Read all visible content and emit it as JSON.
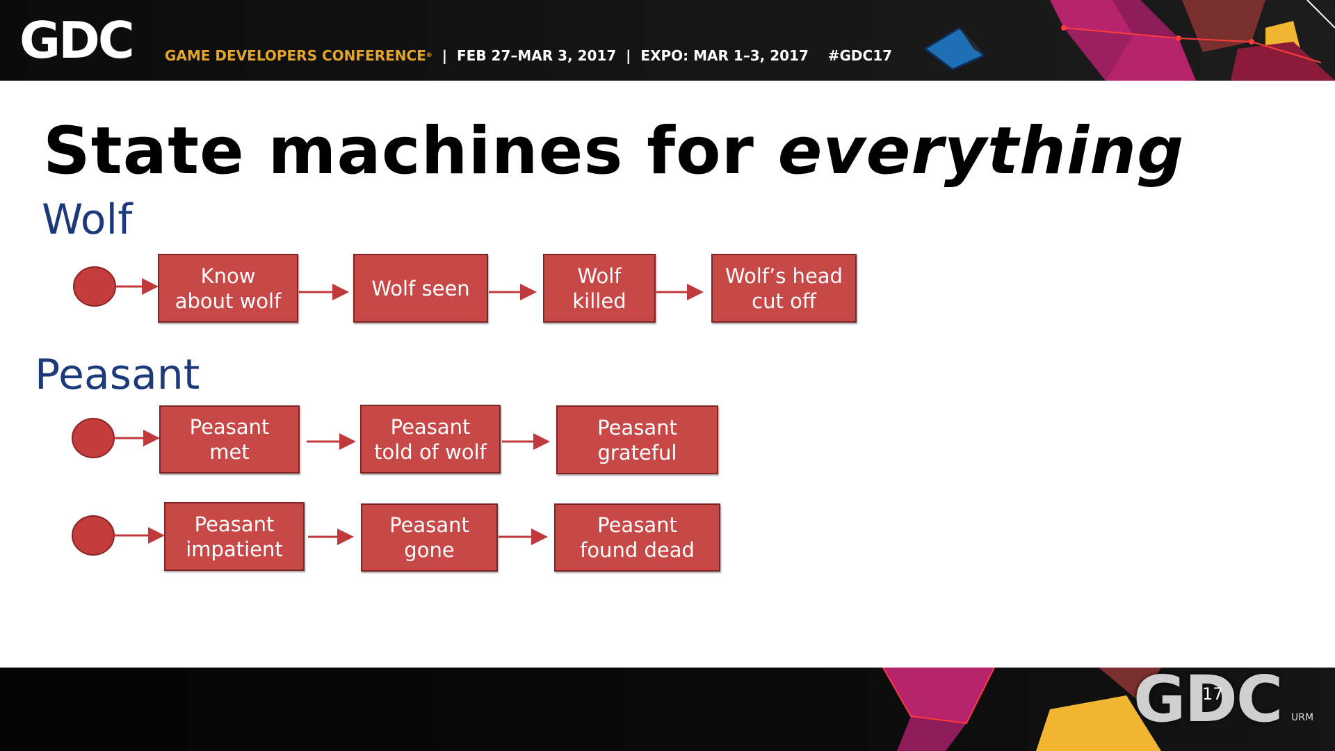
{
  "banner": {
    "logo": "GDC",
    "conference_name": "GAME DEVELOPERS CONFERENCE",
    "registered_mark": "®",
    "details": "  |  FEB 27–MAR 3, 2017  |  EXPO: MAR 1–3, 2017    #GDC17"
  },
  "slide": {
    "title_main": "State machines for ",
    "title_emphasis": "everything"
  },
  "sections": {
    "wolf": {
      "heading": "Wolf",
      "states": [
        "Know\nabout wolf",
        "Wolf seen",
        "Wolf\nkilled",
        "Wolf’s head\ncut off"
      ]
    },
    "peasant": {
      "heading": "Peasant",
      "row1_states": [
        "Peasant\nmet",
        "Peasant\ntold of wolf",
        "Peasant\ngrateful"
      ],
      "row2_states": [
        "Peasant\nimpatient",
        "Peasant\ngone",
        "Peasant\nfound dead"
      ]
    }
  },
  "footer": {
    "logo": "GDC",
    "year": "17",
    "mark": "URM"
  },
  "colors": {
    "state_fill": "#c84848",
    "state_border": "#7e2424",
    "arrow": "#c0393b",
    "start_node": "#c43c3c",
    "heading": "#1c3a7a",
    "accent_orange": "#e3a52a"
  },
  "icons": {
    "start_node": "filled-circle",
    "transition": "right-arrow"
  }
}
